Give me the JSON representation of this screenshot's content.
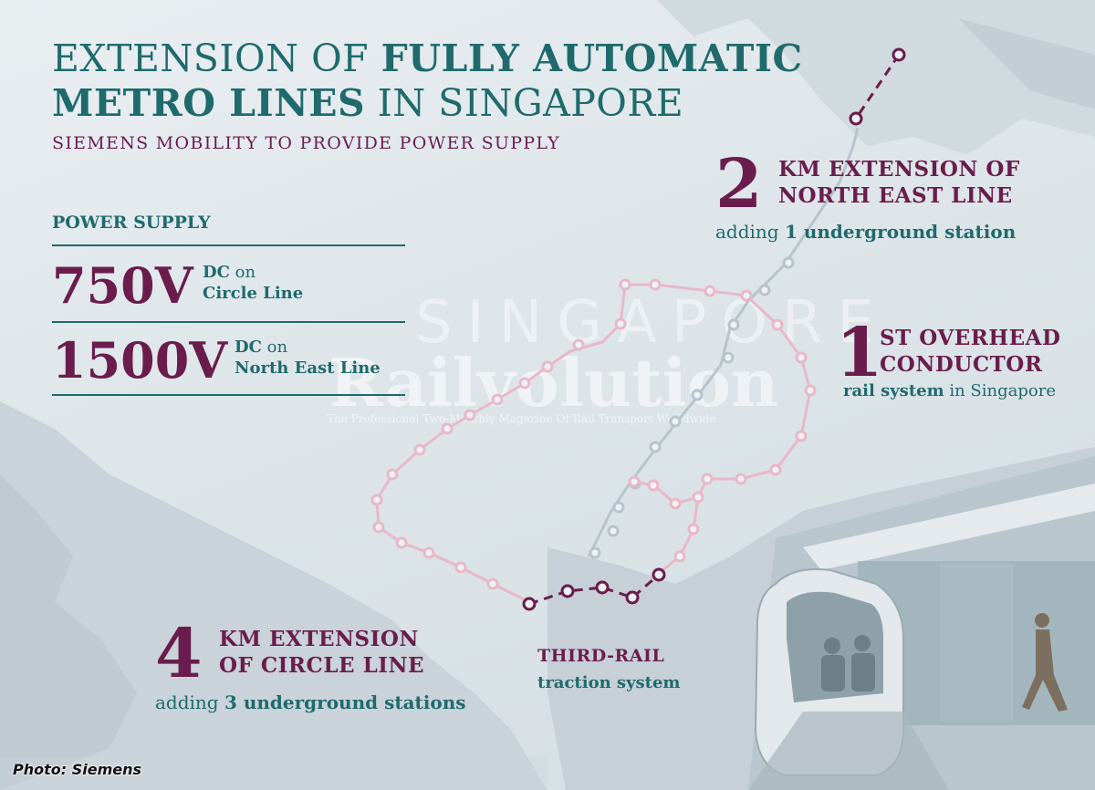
{
  "title": {
    "line1_prefix": "EXTENSION OF ",
    "line1_bold": "FULLY AUTOMATIC",
    "line2_bold": "METRO LINES",
    "line2_suffix": " IN SINGAPORE"
  },
  "subtitle": "SIEMENS MOBILITY TO PROVIDE POWER SUPPLY",
  "power_supply": {
    "label": "POWER SUPPLY",
    "rows": [
      {
        "voltage": "750V",
        "dc": "DC",
        "on": " on",
        "line": "Circle Line"
      },
      {
        "voltage": "1500V",
        "dc": "DC",
        "on": " on",
        "line": "North East Line"
      }
    ]
  },
  "callouts": {
    "nel": {
      "number": "2",
      "line1": "KM EXTENSION OF",
      "line2": "NORTH EAST LINE",
      "caption_prefix": "adding ",
      "caption_bold": "1 underground station"
    },
    "overhead": {
      "number": "1",
      "line1": "ST OVERHEAD",
      "line2": "CONDUCTOR",
      "caption_bold": "rail system",
      "caption_suffix": " in Singapore"
    },
    "ccl": {
      "number": "4",
      "line1": "KM EXTENSION",
      "line2": "OF CIRCLE LINE",
      "caption_prefix": "adding ",
      "caption_bold": "3 underground stations"
    },
    "third_rail": {
      "line1": "THIRD-RAIL",
      "line2": "traction system"
    }
  },
  "watermark": {
    "word": "Railvolution",
    "tagline": "The Professional Two-Monthly Magazine Of Rail Transport Worldwide",
    "region": "SINGAPORE"
  },
  "photo_credit": "Photo: Siemens",
  "colors": {
    "teal": "#1f6a6c",
    "plum": "#6a1d4c",
    "circle_line": "#e8b8c8",
    "nel_line": "#b8c4cc"
  }
}
